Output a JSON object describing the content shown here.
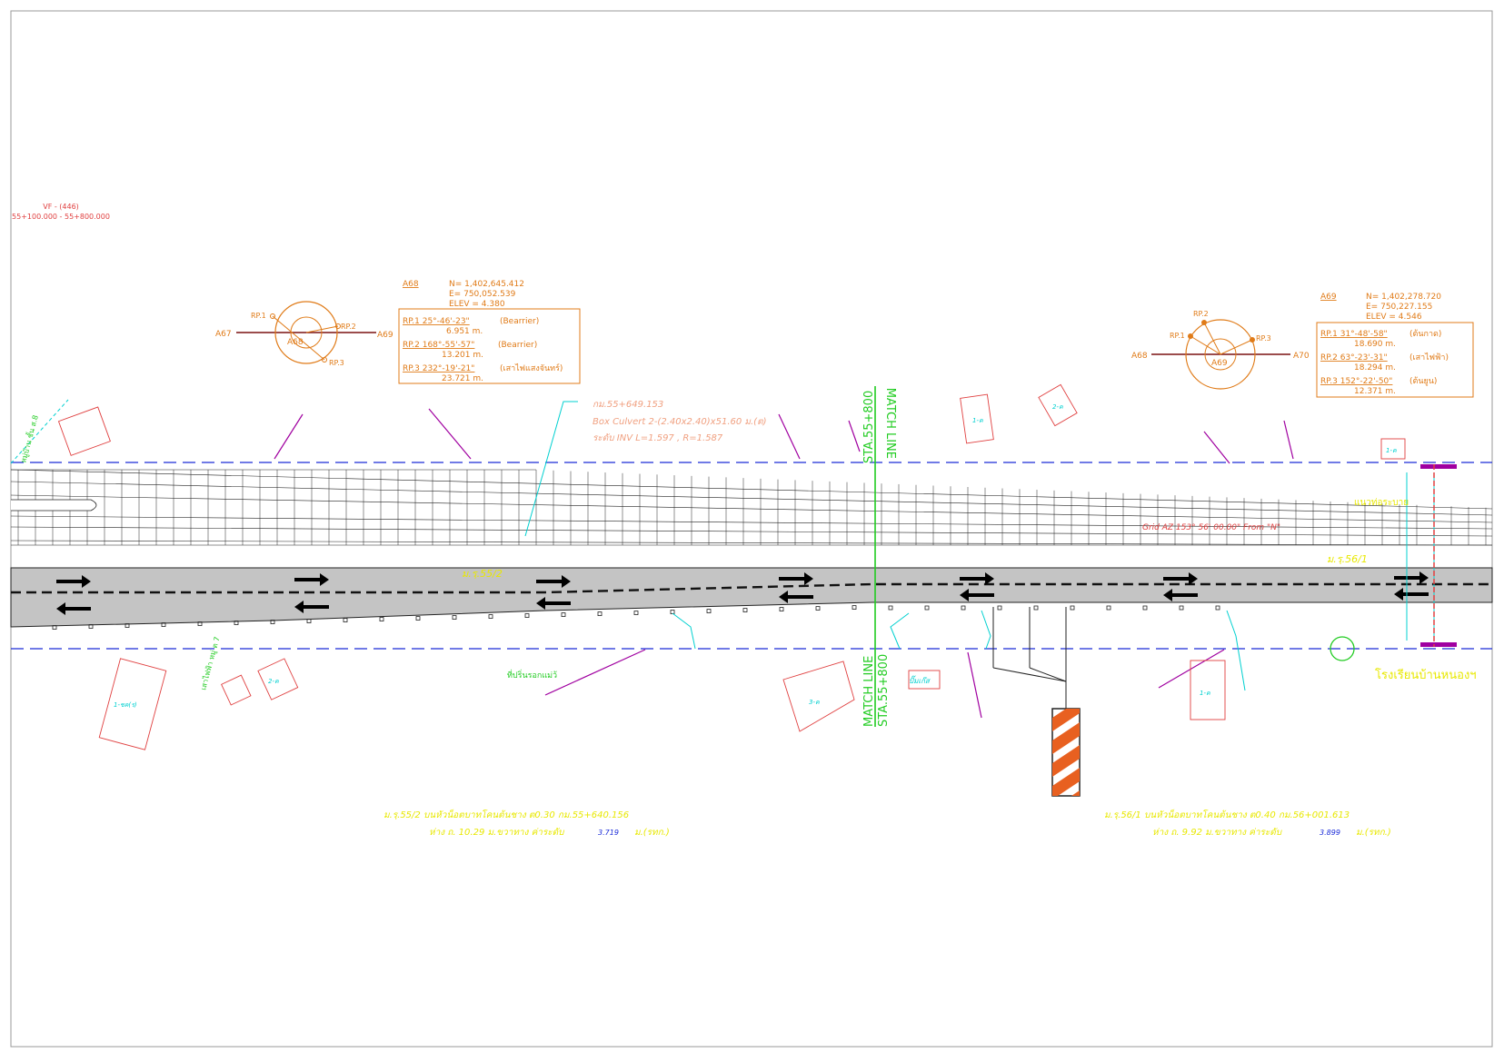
{
  "sheet": {
    "id": "VF - (446)",
    "range": "55+100.000 - 55+800.000"
  },
  "colors": {
    "orange": "#e07b18",
    "red": "#e04040",
    "cyan": "#00d0d0",
    "green": "#22cc22",
    "yellow": "#e8e800",
    "blue": "#1a2bd8",
    "magenta": "#a000a0",
    "road": "#c4c4c4"
  },
  "a68": {
    "name": "A68",
    "n": "N= 1,402,645.412",
    "e": "E=   750,052.539",
    "elev": "ELEV = 4.380",
    "center_label": "A68",
    "left_label": "A67",
    "right_label": "A69",
    "rp1_label": "RP.1",
    "rp2_label": "RP.2",
    "rp3_label": "RP.3",
    "refs": [
      {
        "angle": "RP.1  25°-46'-23\"",
        "note": "(Bearrier)",
        "dist": "6.951  m."
      },
      {
        "angle": "RP.2  168°-55'-57\"",
        "note": "(Bearrier)",
        "dist": "13.201  m."
      },
      {
        "angle": "RP.3  232°-19'-21\"",
        "note": "(เสาไฟแสงจันทร์)",
        "dist": "23.721  m."
      }
    ]
  },
  "a69": {
    "name": "A69",
    "n": "N= 1,402,278.720",
    "e": "E=    750,227.155",
    "elev": "ELEV = 4.546",
    "center_label": "A69",
    "left_label": "A68",
    "right_label": "A70",
    "rp1_label": "RP.1",
    "rp2_label": "RP.2",
    "rp3_label": "RP.3",
    "refs": [
      {
        "angle": "RP.1  31°-48'-58\"",
        "note": "(ต้นกาด)",
        "dist": "18.690  m."
      },
      {
        "angle": "RP.2  63°-23'-31\"",
        "note": "(เสาไฟฟ้า)",
        "dist": "18.294  m."
      },
      {
        "angle": "RP.3  152°-22'-50\"",
        "note": "(ต้นยูน)",
        "dist": "12.371  m."
      }
    ]
  },
  "culvert": {
    "line1": "กม.55+649.153",
    "line2": "Box Culvert 2-(2.40x2.40)x51.60  ม.(ต)",
    "line3": "ระดับ INV L=1.597 , R=1.587"
  },
  "match_line": {
    "station": "STA.55+800",
    "label": "MATCH LINE"
  },
  "grid_note": "Grid AZ 153° 56' 00.00\" From \"N\"",
  "benchmarks": {
    "bm1_short": "ม.รฺ.55/2",
    "bm2_short": "ม.รฺ.56/1",
    "bm1_line1": "ม.รฺ.55/2  บนหัวน็อตบาทโคนต้นชาง ต0.30   กม.55+640.156",
    "bm1_line2_prefix": "ห่าง ถ. 10.29  ม.ขวาทาง    ค่าระดับ",
    "bm1_value": "3.719",
    "bm1_unit": "ม.(รทก.)",
    "bm2_line1": "ม.รฺ.56/1  บนหัวน็อตบาทโคนต้นชาง ต0.40   กม.56+001.613",
    "bm2_line2_prefix": "ห่าง ถ. 9.92  ม.ขวาทาง    ค่าระดับ",
    "bm2_value": "3.899",
    "bm2_unit": "ม.(รทก.)"
  },
  "labels": {
    "school": "โรงเรียนบ้านหนองฯ",
    "canal": "แนวท่อระบาย",
    "bus_stop": "ที่ปริ่นรอกแม่ว้",
    "building_1k": "1-ค",
    "building_2k": "2-ค",
    "building_3k": "3-ค",
    "house_1s": "1-ชค(ร)",
    "hut": "ปั๊มเก๊ส",
    "village_sign": "หมู่บ้าน ชั้น ส.8",
    "village_sign2": "เสาไฟฟ้า หมู่ ต 7"
  }
}
